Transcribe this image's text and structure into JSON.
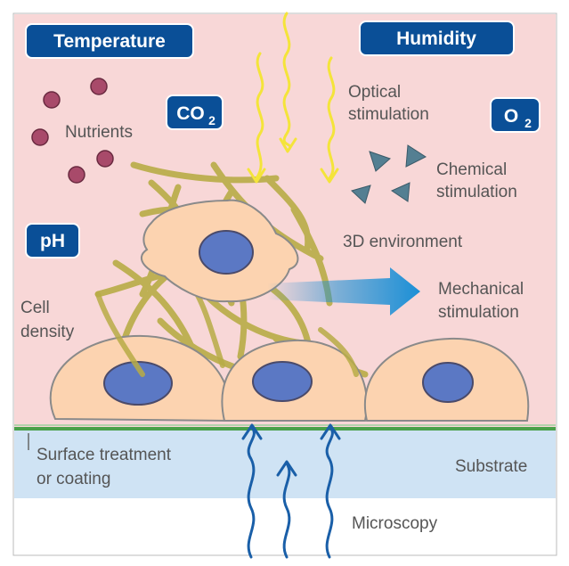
{
  "badges": {
    "temperature": "Temperature",
    "humidity": "Humidity",
    "co2_main": "CO",
    "co2_sub": "2",
    "o2_main": "O",
    "o2_sub": "2",
    "ph": "pH"
  },
  "labels": {
    "nutrients": "Nutrients",
    "optical_line1": "Optical",
    "optical_line2": "stimulation",
    "chemical_line1": "Chemical",
    "chemical_line2": "stimulation",
    "environment_3d": "3D environment",
    "mechanical_line1": "Mechanical",
    "mechanical_line2": "stimulation",
    "cell_density_line1": "Cell",
    "cell_density_line2": "density",
    "surface_line1": "Surface treatment",
    "surface_line2": "or coating",
    "substrate": "Substrate",
    "microscopy": "Microscopy"
  },
  "colors": {
    "background": "#f8d7d7",
    "badge": "#0a4f97",
    "substrate": "#cfe3f4",
    "surface_line": "#4aa04a",
    "cell_body": "#fcd3b0",
    "cell_outline": "#8a8a8a",
    "nucleus": "#5b78c4",
    "fiber": "#b8ac46",
    "nutrient": "#a84a6a",
    "chemical": "#547f92",
    "optical_wave": "#f4e43a",
    "microscopy_wave": "#1a5fa8",
    "mechanical_arrow": "#1b8fd6"
  }
}
